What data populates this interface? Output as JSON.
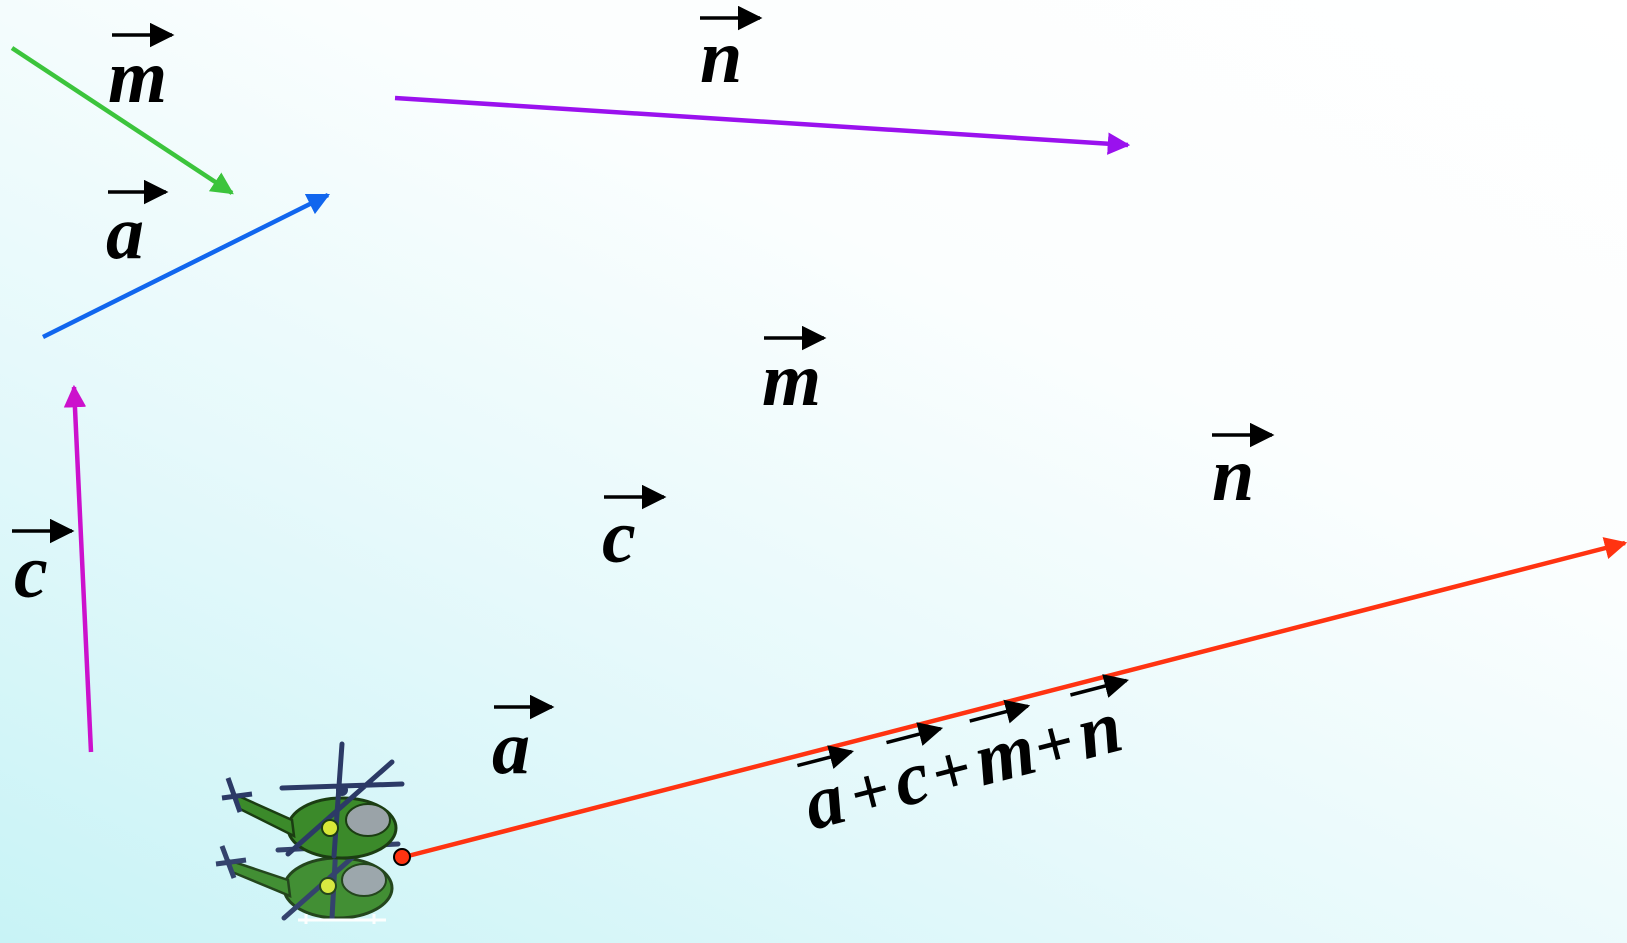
{
  "background": {
    "gradient_from": "#c8f3f6",
    "gradient_to": "#ffffff"
  },
  "vectors": [
    {
      "id": "m",
      "label": "m",
      "color": "#3cc43c"
    },
    {
      "id": "a",
      "label": "a",
      "color": "#1166ee"
    },
    {
      "id": "c",
      "label": "c",
      "color": "#cc11cc"
    },
    {
      "id": "n",
      "label": "n",
      "color": "#9a11ee"
    },
    {
      "id": "sum",
      "label": "a+c+m+n",
      "color": "#ff3311"
    }
  ],
  "sum_expression": {
    "terms": [
      "a",
      "c",
      "m",
      "n"
    ],
    "operators": [
      "+",
      "+",
      "+"
    ]
  },
  "chain_labels": [
    "c",
    "m",
    "n",
    "a"
  ],
  "chain_label_key": {
    "c": "c",
    "m": "m",
    "n": "n",
    "a": "a"
  },
  "object": {
    "icon": "helicopter-icon",
    "body_color": "#3b8a2a"
  },
  "origin_point_color": "#ff3311"
}
